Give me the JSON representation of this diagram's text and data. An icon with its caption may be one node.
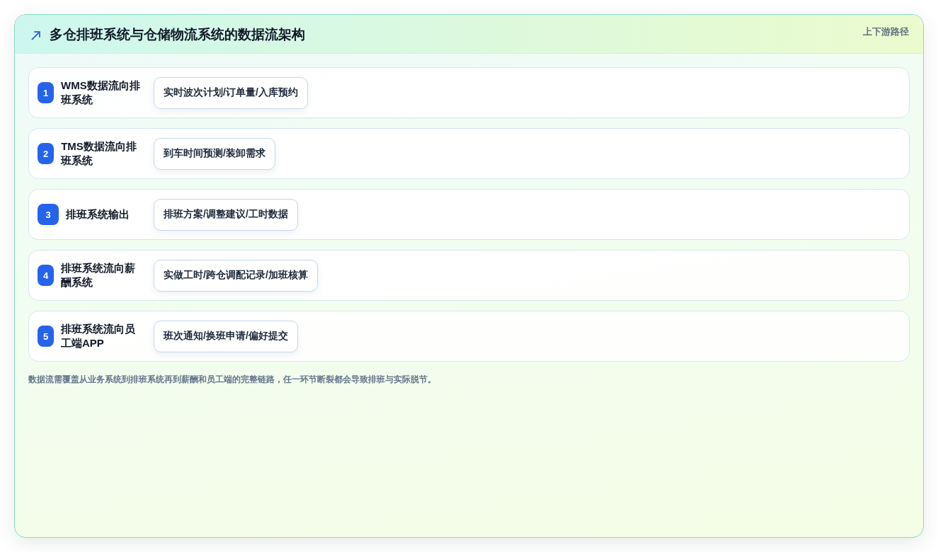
{
  "diagram": {
    "title": "多仓排班系统与仓储物流系统的数据流架构",
    "nodes": [
      {
        "text": [
          "WMS数据流向排班系统"
        ]
      },
      {
        "text": [
          "1"
        ],
        "in": 0
      },
      {
        "text": [
          "实时波次计划/订单量/入库预约"
        ],
        "in": 0
      },
      {
        "text": [
          "TMS数据流向排班系统"
        ]
      },
      {
        "text": [
          "2"
        ],
        "in": 3
      },
      {
        "text": [
          "到车时间预测/装卸需求"
        ],
        "in": 3
      },
      {
        "text": [
          "排班系统输出"
        ]
      },
      {
        "text": [
          "3"
        ],
        "in": 6
      },
      {
        "text": [
          "排班方案/调整建议/工时数据"
        ],
        "in": 6
      },
      {
        "text": [
          "排班系统流向薪酬系统"
        ]
      },
      {
        "text": [
          "4"
        ],
        "in": 9
      },
      {
        "text": [
          "实做工时/跨仓调配记录/加班核算"
        ],
        "in": 9
      },
      {
        "text": [
          "排班系统流向员工端APP"
        ]
      },
      {
        "text": [
          "5"
        ],
        "in": 12
      },
      {
        "text": [
          "班次通知/换班申请/偏好提交"
        ],
        "in": 12
      }
    ],
    "labels": [
      "上下游路径"
    ],
    "caption": "数据流需覆盖从业务系统到排班系统再到薪酬和员工端的完整链路，任一环节断裂都会导致排班与实际脱节。"
  }
}
